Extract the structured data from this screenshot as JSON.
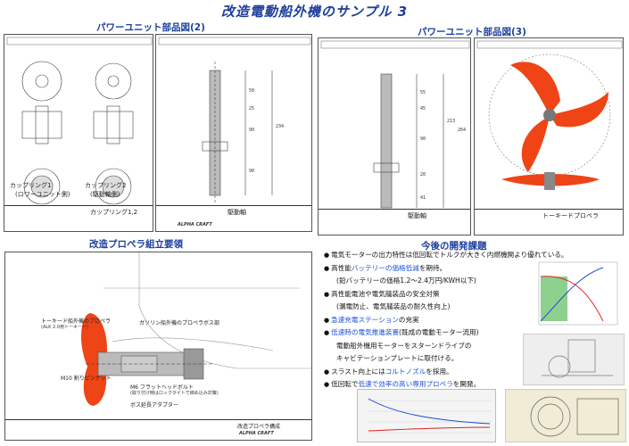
{
  "page": {
    "title": "改造電動船外機のサンプル 3"
  },
  "sections": {
    "power_parts_2": "パワーユニット部品図(2)",
    "power_parts_3": "パワーユニット部品図(3)",
    "prop_assembly": "改造プロペラ組立要領",
    "future_issues": "今後の開発課題"
  },
  "drawings": {
    "coupling1_label": "カップリング1",
    "coupling1_sub": "(ロワーユニット側)",
    "coupling2_label": "カップリング2",
    "coupling2_sub": "(駆動軸側)",
    "coupling_title": "カップリング1,2",
    "drive_shaft": "駆動軸",
    "drive_shaft_2": "駆動軸",
    "torqueedo_prop": "トーキードプロペラ",
    "brand": "ALPHA CRAFT",
    "dims": [
      "50",
      "25",
      "90",
      "90",
      "234"
    ],
    "dims_b": [
      "55",
      "45",
      "90",
      "20",
      "213",
      "264",
      "41"
    ]
  },
  "assembly": {
    "label_prop": "トーキード船外機のプロペラ",
    "label_prop_note": "(ALK 2.0用トーキード)",
    "label_gasoline": "ガソリン船外機のプロペラボス部",
    "label_nut": "M10 割りピンナット",
    "label_bolt": "M6 フラットヘッドボルト",
    "label_bolt_note": "(取り付け時はロックタイトで締め込み対策)",
    "label_adapter": "ボス延長アダプター",
    "footer": "改造プロペラ構成",
    "brand": "ALPHA CRAFT"
  },
  "issues": [
    {
      "pre": "電気モーターの出力特性は低回転でトルクが大きく内燃機関より優れている。",
      "hl": "",
      "post": ""
    },
    {
      "pre": "高性能",
      "hl": "バッテリーの価格低減",
      "post": "を期待。"
    },
    {
      "pre": "(鉛バッテリーの価格1.2〜2.4万円/KWH以下)",
      "hl": "",
      "post": "",
      "indent": true
    },
    {
      "pre": "高性能電池や電気艤装品の安全対策",
      "hl": "",
      "post": ""
    },
    {
      "pre": "(漏電防止、電気艤装品の耐久性向上)",
      "hl": "",
      "post": "",
      "indent": true
    },
    {
      "pre": "",
      "hl": "急速充電ステーション",
      "post": "の充実"
    },
    {
      "pre": "",
      "hl": "低速時の電気推進装置",
      "post": "(既成の電動モーター流用)"
    },
    {
      "pre": "電動船外機用モーターをスターンドライブの",
      "hl": "",
      "post": "",
      "indent": true
    },
    {
      "pre": "キャビテーションプレートに取付ける。",
      "hl": "",
      "post": "",
      "indent": true
    },
    {
      "pre": "スラスト向上には",
      "hl": "コルトノズル",
      "post": "を採用。"
    },
    {
      "pre": "低回転で",
      "hl": "低速で効率の高い専用プロペラ",
      "post": "を開発。"
    }
  ],
  "colors": {
    "prop_orange": "#ee4416",
    "accent_blue": "#1d3f9a",
    "highlight_blue": "#1a4fd6"
  }
}
